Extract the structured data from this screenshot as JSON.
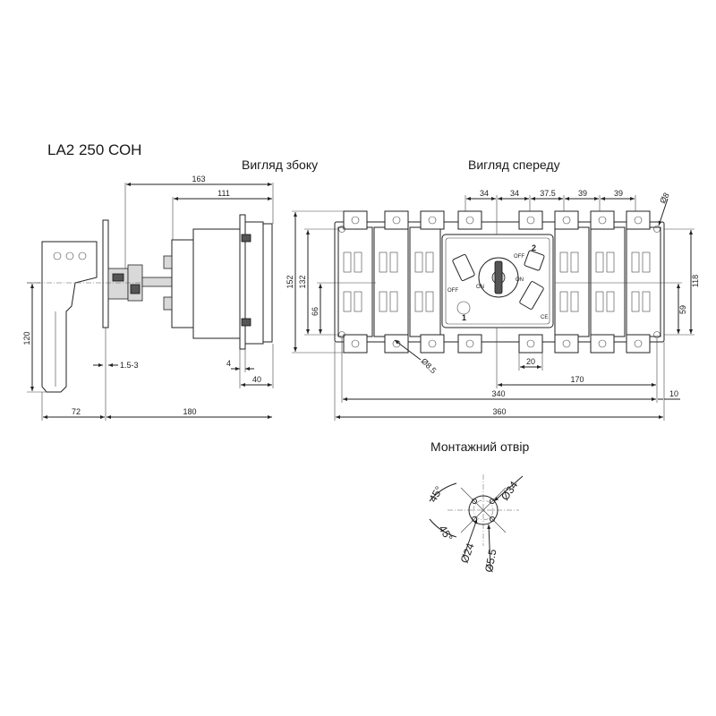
{
  "model": "LA2 250 СОН",
  "views": {
    "side": "Вигляд збоку",
    "front": "Вигляд спереду",
    "hole": "Монтажний отвір"
  },
  "side_dims": {
    "d163": "163",
    "d111": "111",
    "d120": "120",
    "d1_5_3": "1.5-3",
    "d4": "4",
    "d40": "40",
    "d72": "72",
    "d180": "180"
  },
  "front_dims": {
    "d34a": "34",
    "d34b": "34",
    "d37_5": "37.5",
    "d39a": "39",
    "d39b": "39",
    "d8": "Ø8",
    "d152": "152",
    "d132": "132",
    "d66": "66",
    "d118": "118",
    "d59": "59",
    "d8_5": "Ø8.5",
    "d20": "20",
    "d170": "170",
    "d340": "340",
    "d10": "10",
    "d360": "360"
  },
  "handle_labels": {
    "pos1": "1",
    "pos2": "2",
    "off1": "OFF",
    "on1": "ON",
    "off2": "OFF",
    "on2": "ON",
    "ce": "CE"
  },
  "hole_dims": {
    "a45top": "45°",
    "a45bot": "45°",
    "d34": "Ø34",
    "d24": "Ø24",
    "d5_5": "Ø5.5"
  }
}
